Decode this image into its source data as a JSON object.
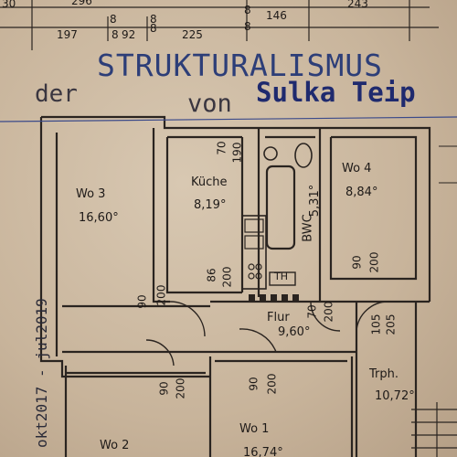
{
  "title": {
    "prefix": "der",
    "main": "STRUKTURALISMUS",
    "by": "von",
    "author": "Sulka Teip"
  },
  "date_range": "okt2017 - jul2019",
  "dimensions_top": {
    "row1": [
      "30",
      "296",
      "8",
      "8",
      "8",
      "146",
      "243"
    ],
    "row2": [
      "197",
      "8",
      "92",
      "8",
      "225",
      "8"
    ]
  },
  "rooms": [
    {
      "name": "Wo 3",
      "area": "16,60°"
    },
    {
      "name": "Küche",
      "area": "8,19°"
    },
    {
      "name": "Wo 4",
      "area": "8,84°"
    },
    {
      "name": "BWC",
      "area": "5,31°"
    },
    {
      "name": "Flur",
      "area": "9,60°"
    },
    {
      "name": "Trph.",
      "area": "10,72°"
    },
    {
      "name": "Wo 1",
      "area": "16,74°"
    },
    {
      "name": "Wo 2",
      "area": ""
    }
  ],
  "door_labels": {
    "d1": "70",
    "d2": "190",
    "d3": "86",
    "d4": "200",
    "d5": "90",
    "d6": "200",
    "d7": "70",
    "d8": "200",
    "d9": "105",
    "d10": "205",
    "d11": "90",
    "d12": "200",
    "d13": "90",
    "d14": "200",
    "d15": "90",
    "d16": "200"
  },
  "stove_label": "TH"
}
